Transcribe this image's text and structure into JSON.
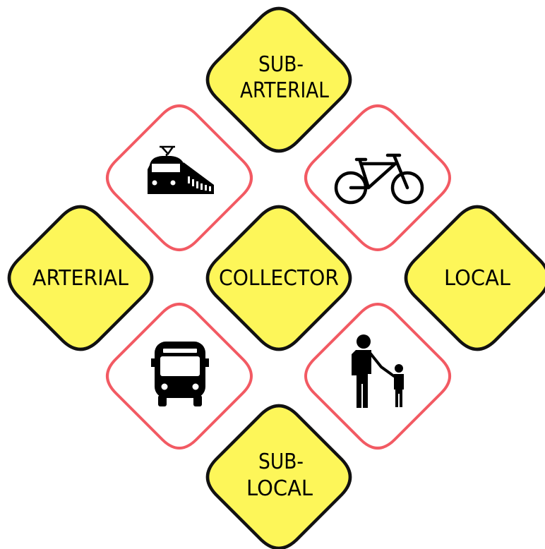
{
  "colors": {
    "sign_fill": "#fdf659",
    "sign_stroke": "#111111",
    "mode_stroke": "#f25a63",
    "mode_fill": "#ffffff",
    "icon": "#000000"
  },
  "signs": {
    "sub_arterial": {
      "line1": "SUB-",
      "line2": "ARTERIAL"
    },
    "arterial": {
      "label": "ARTERIAL"
    },
    "collector": {
      "label": "COLLECTOR"
    },
    "local": {
      "label": "LOCAL"
    },
    "sub_local": {
      "line1": "SUB-",
      "line2": "LOCAL"
    }
  },
  "modes": [
    "train-icon",
    "bicycle-icon",
    "bus-icon",
    "pedestrian-icon"
  ]
}
